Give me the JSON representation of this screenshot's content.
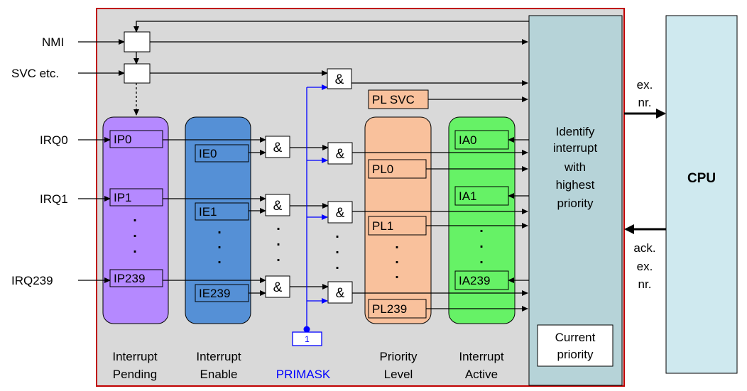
{
  "colors": {
    "outer_border": "#c00000",
    "panel_bg": "#d9d9d9",
    "pending": "#b589ff",
    "enable": "#5590d6",
    "priority": "#f9c19c",
    "active": "#66f266",
    "identify": "#b6d3d8",
    "cpu": "#cfe9ef",
    "primask": "#0000ff"
  },
  "inputs": {
    "nmi": "NMI",
    "svc": "SVC etc.",
    "irq0": "IRQ0",
    "irq1": "IRQ1",
    "irq239": "IRQ239"
  },
  "pending": {
    "ip0": "IP0",
    "ip1": "IP1",
    "ip239": "IP239"
  },
  "enable": {
    "ie0": "IE0",
    "ie1": "IE1",
    "ie239": "IE239"
  },
  "priority": {
    "pl_svc": "PL SVC",
    "pl0": "PL0",
    "pl1": "PL1",
    "pl239": "PL239"
  },
  "active": {
    "ia0": "IA0",
    "ia1": "IA1",
    "ia239": "IA239"
  },
  "gate_label": "&",
  "ellipsis": ".",
  "primask_value": "1",
  "identify": {
    "line1": "Identify",
    "line2": "interrupt",
    "line3": "with",
    "line4": "highest",
    "line5": "priority",
    "current1": "Current",
    "current2": "priority"
  },
  "cpu_label": "CPU",
  "ex_nr": {
    "line1": "ex.",
    "line2": "nr."
  },
  "ack_ex_nr": {
    "line1": "ack.",
    "line2": "ex.",
    "line3": "nr."
  },
  "captions": {
    "pending": [
      "Interrupt",
      "Pending"
    ],
    "enable": [
      "Interrupt",
      "Enable"
    ],
    "primask": "PRIMASK",
    "priority": [
      "Priority",
      "Level"
    ],
    "active": [
      "Interrupt",
      "Active"
    ]
  }
}
